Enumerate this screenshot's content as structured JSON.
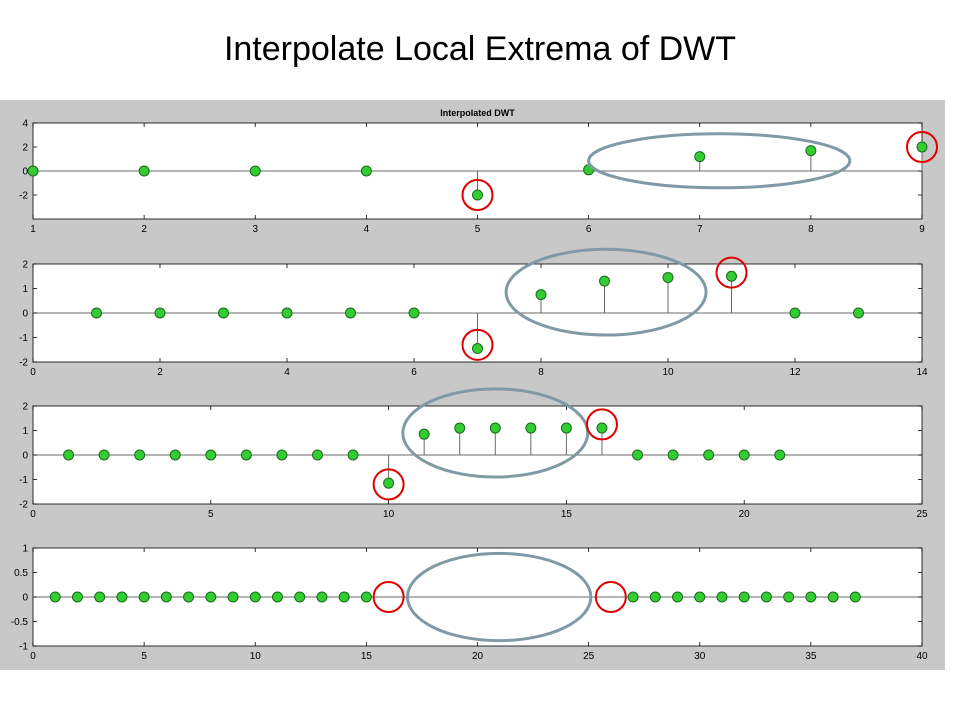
{
  "slide": {
    "title": "Interpolate Local Extrema of DWT"
  },
  "figure": {
    "title": "Interpolated DWT"
  },
  "colors": {
    "marker": "#33cc33",
    "marker_edge": "#1a6b1a",
    "stem": "#6a6a6a",
    "highlight_red": "#e00000",
    "highlight_gray": "#7f9aa4",
    "panel": "#c8c8c8"
  },
  "chart_data": [
    {
      "type": "stem",
      "title": "Interpolated DWT",
      "xlim": [
        1,
        9
      ],
      "ylim": [
        -4,
        4
      ],
      "xticks": [
        "1",
        "2",
        "3",
        "4",
        "5",
        "6",
        "7",
        "8",
        "9"
      ],
      "yticks": [
        "-2",
        "0",
        "2",
        "4"
      ],
      "x": [
        1,
        2,
        3,
        4,
        5,
        6,
        7,
        8,
        9
      ],
      "y": [
        0,
        0,
        0,
        0,
        -2,
        0.1,
        1.2,
        1.7,
        2.0
      ],
      "red_circles": [
        [
          5,
          -2
        ],
        [
          9,
          2.0
        ]
      ],
      "gray_ellipses": [
        {
          "x_range": [
            6,
            8.35
          ],
          "y_range": [
            -1.4,
            3.1
          ]
        }
      ]
    },
    {
      "type": "stem",
      "xlim": [
        0,
        14
      ],
      "ylim": [
        -2,
        2
      ],
      "xticks": [
        "0",
        "2",
        "4",
        "6",
        "8",
        "10",
        "12",
        "14"
      ],
      "yticks": [
        "-2",
        "-1",
        "0",
        "1",
        "2"
      ],
      "x": [
        1,
        2,
        3,
        4,
        5,
        6,
        7,
        8,
        9,
        10,
        11,
        12,
        13
      ],
      "y": [
        0,
        0,
        0,
        0,
        0,
        0,
        -1.45,
        0.75,
        1.3,
        1.45,
        1.5,
        0,
        0
      ],
      "red_circles": [
        [
          7,
          -1.3
        ],
        [
          11,
          1.65
        ]
      ],
      "gray_ellipses": [
        {
          "x_range": [
            7.45,
            10.6
          ],
          "y_range": [
            -0.9,
            2.6
          ]
        }
      ]
    },
    {
      "type": "stem",
      "xlim": [
        0,
        25
      ],
      "ylim": [
        -2,
        2
      ],
      "xticks": [
        "0",
        "5",
        "10",
        "15",
        "20",
        "25"
      ],
      "yticks": [
        "-2",
        "-1",
        "0",
        "1",
        "2"
      ],
      "x": [
        1,
        2,
        3,
        4,
        5,
        6,
        7,
        8,
        9,
        10,
        11,
        12,
        13,
        14,
        15,
        16,
        17,
        18,
        19,
        20,
        21
      ],
      "y": [
        0,
        0,
        0,
        0,
        0,
        0,
        0,
        0,
        0,
        -1.15,
        0.85,
        1.1,
        1.1,
        1.1,
        1.1,
        1.1,
        0,
        0,
        0,
        0,
        0
      ],
      "red_circles": [
        [
          10,
          -1.2
        ],
        [
          16,
          1.25
        ]
      ],
      "gray_ellipses": [
        {
          "x_range": [
            10.4,
            15.6
          ],
          "y_range": [
            -0.9,
            2.7
          ]
        }
      ]
    },
    {
      "type": "stem",
      "xlim": [
        0,
        40
      ],
      "ylim": [
        -1,
        1
      ],
      "xticks": [
        "0",
        "5",
        "10",
        "15",
        "20",
        "25",
        "30",
        "35",
        "40"
      ],
      "yticks": [
        "-1",
        "-0.5",
        "0",
        "0.5",
        "1"
      ],
      "x": [
        1,
        2,
        3,
        4,
        5,
        6,
        7,
        8,
        9,
        10,
        11,
        12,
        13,
        14,
        15,
        27,
        28,
        29,
        30,
        31,
        32,
        33,
        34,
        35,
        36,
        37
      ],
      "y": [
        0,
        0,
        0,
        0,
        0,
        0,
        0,
        0,
        0,
        0,
        0,
        0,
        0,
        0,
        0,
        0,
        0,
        0,
        0,
        0,
        0,
        0,
        0,
        0,
        0,
        0
      ],
      "red_circles": [
        [
          16,
          0
        ],
        [
          26,
          0
        ]
      ],
      "gray_ellipses": [
        {
          "x_range": [
            16.85,
            25.1
          ],
          "y_range": [
            -0.89,
            0.89
          ]
        }
      ]
    }
  ]
}
